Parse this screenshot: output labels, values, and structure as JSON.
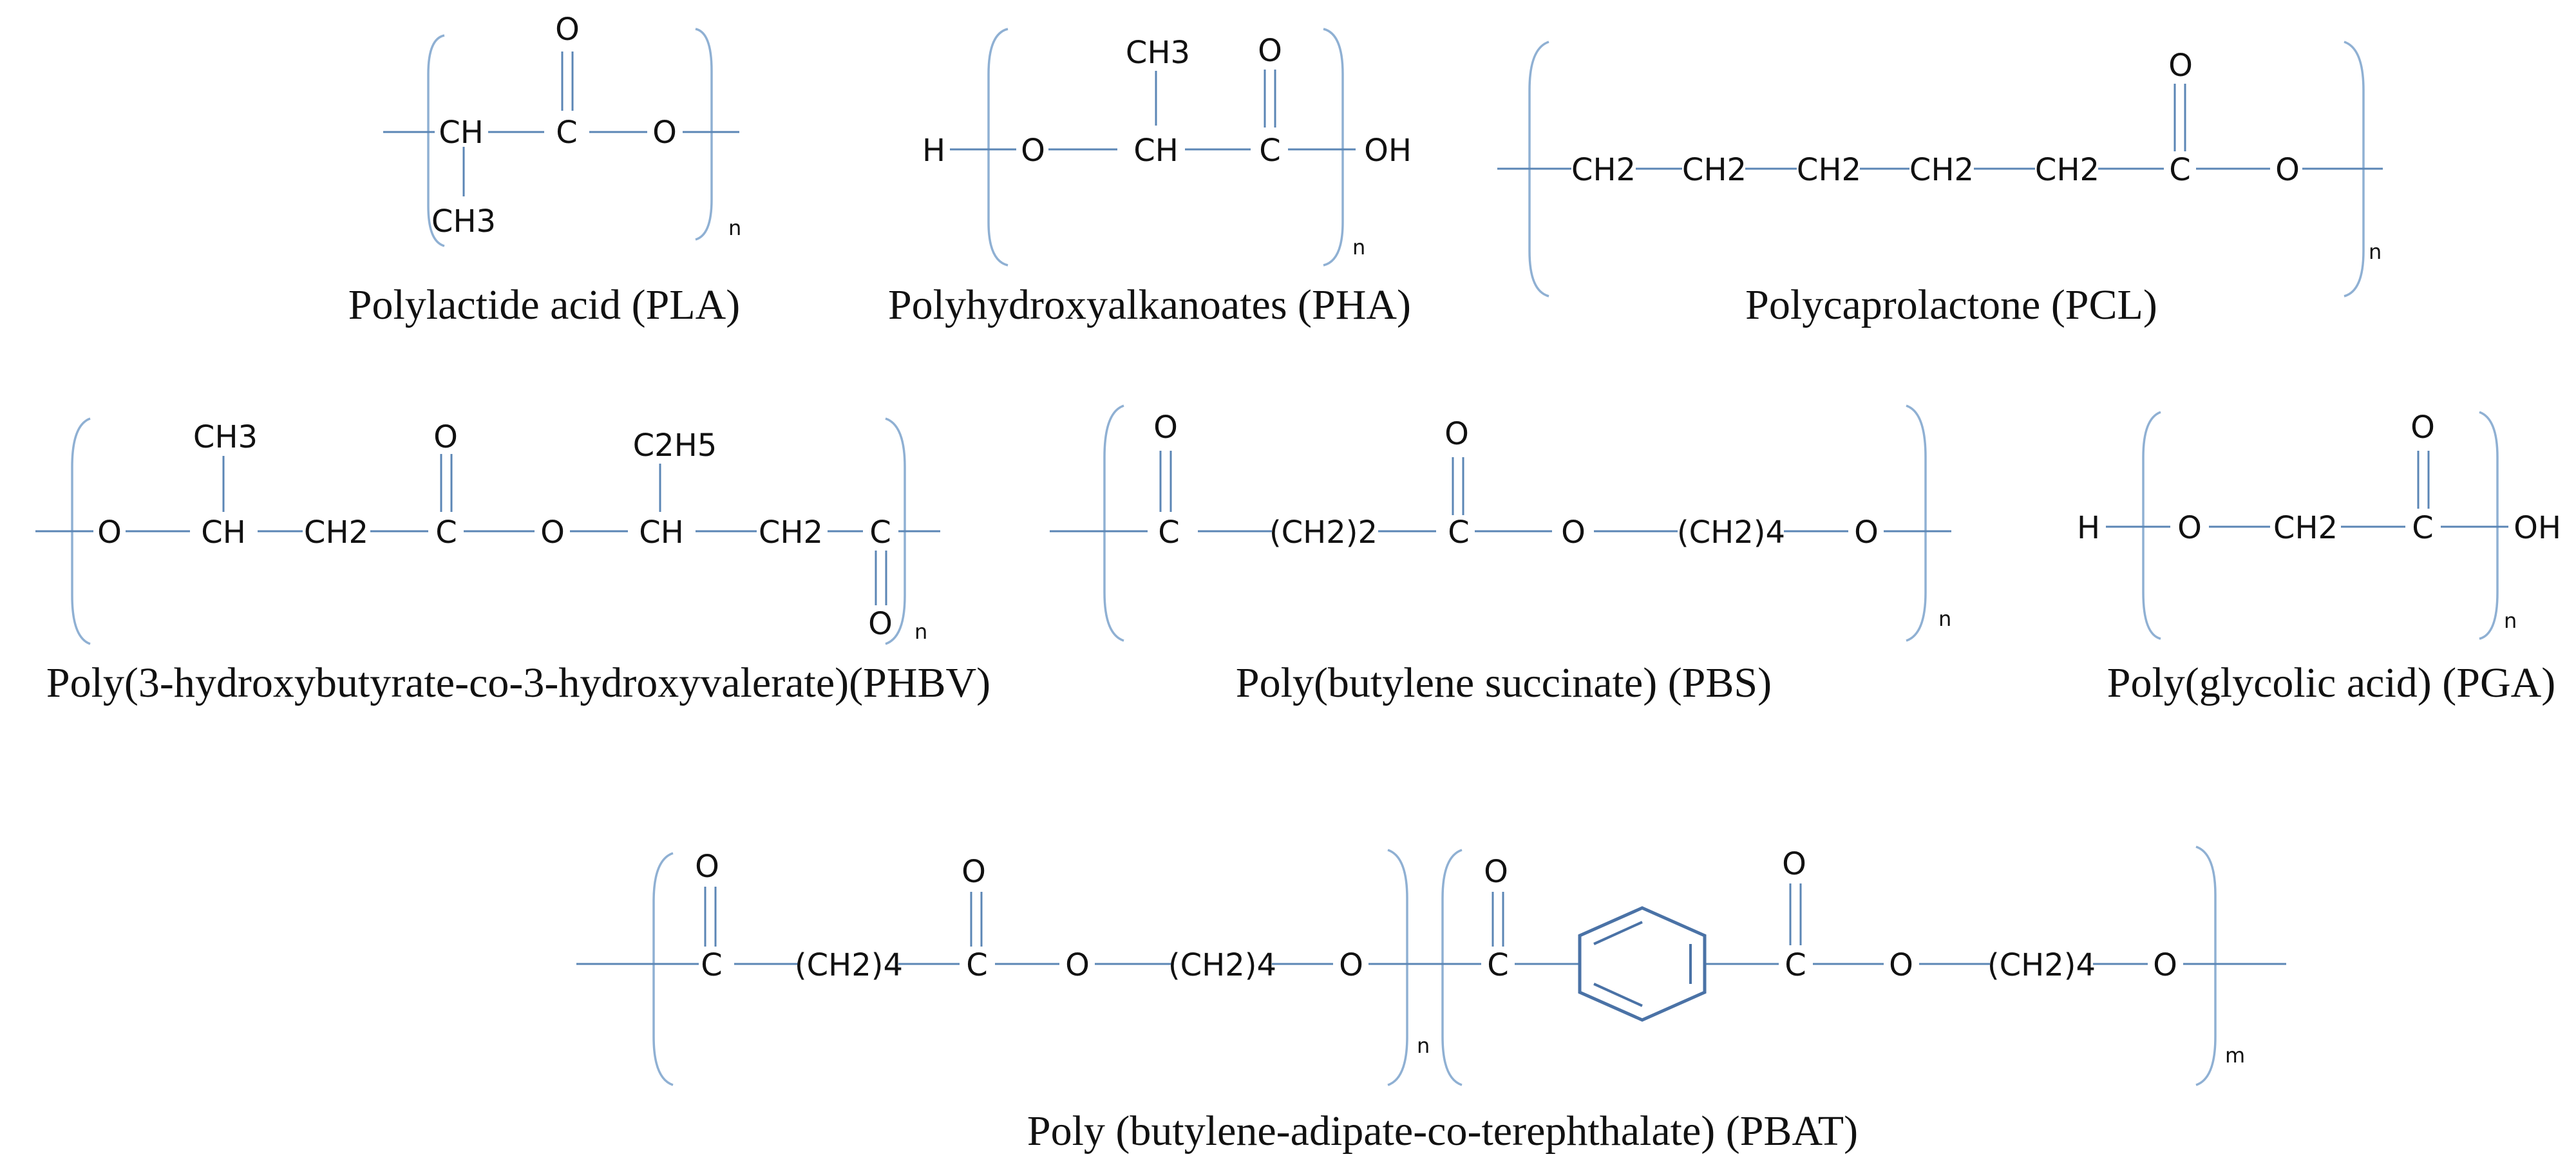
{
  "accent_color": "#5b86b5",
  "structures": {
    "pla": {
      "caption": "Polylactide acid (PLA)",
      "atoms": {
        "ch": "CH",
        "c": "C",
        "o": "O",
        "o_dbl": "O",
        "ch3": "CH3",
        "n": "n"
      }
    },
    "pha": {
      "caption": "Polyhydroxyalkanoates (PHA)",
      "atoms": {
        "h": "H",
        "o": "O",
        "ch": "CH",
        "c": "C",
        "oh": "OH",
        "ch3": "CH3",
        "o_dbl": "O",
        "n": "n"
      }
    },
    "pcl": {
      "caption": "Polycaprolactone (PCL)",
      "atoms": {
        "ch2_1": "CH2",
        "ch2_2": "CH2",
        "ch2_3": "CH2",
        "ch2_4": "CH2",
        "ch2_5": "CH2",
        "c": "C",
        "o": "O",
        "o_dbl": "O",
        "n": "n"
      }
    },
    "phbv": {
      "caption": "Poly(3-hydroxybutyrate-co-3-hydroxyvalerate)(PHBV)",
      "atoms": {
        "o1": "O",
        "ch1": "CH",
        "ch2_1": "CH2",
        "c1": "C",
        "o2": "O",
        "ch2": "CH",
        "ch2_2": "CH2",
        "c2": "C",
        "ch3": "CH3",
        "o_dbl1": "O",
        "c2h5": "C2H5",
        "o_dbl2": "O",
        "n": "n"
      }
    },
    "pbs": {
      "caption": "Poly(butylene succinate) (PBS)",
      "atoms": {
        "c1": "C",
        "ch2_2": "(CH2)2",
        "c2": "C",
        "o1": "O",
        "ch2_4": "(CH2)4",
        "o2": "O",
        "o_dbl1": "O",
        "o_dbl2": "O",
        "n": "n"
      }
    },
    "pga": {
      "caption": "Poly(glycolic acid) (PGA)",
      "atoms": {
        "h": "H",
        "o": "O",
        "ch2": "CH2",
        "c": "C",
        "oh": "OH",
        "o_dbl": "O",
        "n": "n"
      }
    },
    "pbat": {
      "caption": "Poly (butylene-adipate-co-terephthalate) (PBAT)",
      "atoms": {
        "c1": "C",
        "ch2_a": "(CH2)4",
        "c2": "C",
        "o1": "O",
        "ch2_b": "(CH2)4",
        "o2": "O",
        "c3": "C",
        "c4": "C",
        "o3": "O",
        "ch2_c": "(CH2)4",
        "o4": "O",
        "o_dbl1": "O",
        "o_dbl2": "O",
        "o_dbl3": "O",
        "o_dbl4": "O",
        "n": "n",
        "m": "m"
      }
    }
  }
}
